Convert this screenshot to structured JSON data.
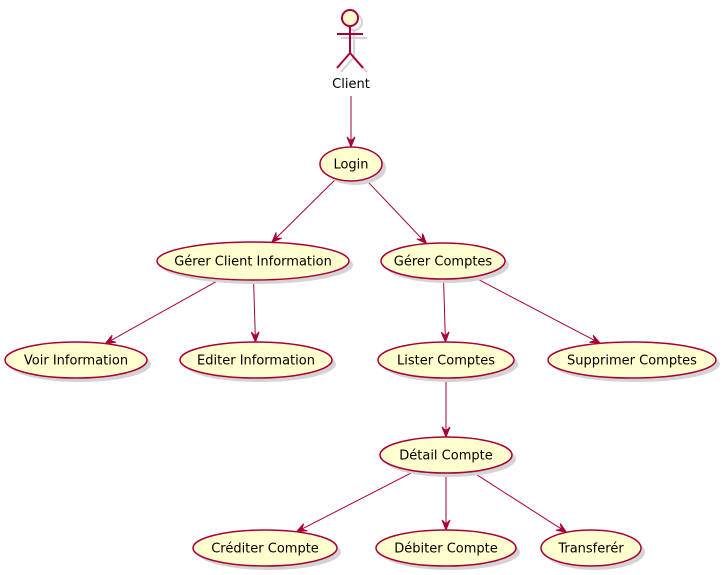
{
  "diagram": {
    "type": "use-case",
    "actor": {
      "id": "client",
      "label": "Client"
    },
    "use_cases": [
      {
        "id": "login",
        "label": "Login"
      },
      {
        "id": "gerer_client_info",
        "label": "Gérer Client Information"
      },
      {
        "id": "gerer_comptes",
        "label": "Gérer Comptes"
      },
      {
        "id": "voir_info",
        "label": "Voir Information"
      },
      {
        "id": "editer_info",
        "label": "Editer Information"
      },
      {
        "id": "lister_comptes",
        "label": "Lister Comptes"
      },
      {
        "id": "supprimer_comptes",
        "label": "Supprimer Comptes"
      },
      {
        "id": "detail_compte",
        "label": "Détail Compte"
      },
      {
        "id": "crediter_compte",
        "label": "Créditer Compte"
      },
      {
        "id": "debiter_compte",
        "label": "Débiter Compte"
      },
      {
        "id": "transferer",
        "label": "Transferér"
      }
    ],
    "edges": [
      {
        "from": "client",
        "to": "login"
      },
      {
        "from": "login",
        "to": "gerer_client_info"
      },
      {
        "from": "login",
        "to": "gerer_comptes"
      },
      {
        "from": "gerer_client_info",
        "to": "voir_info"
      },
      {
        "from": "gerer_client_info",
        "to": "editer_info"
      },
      {
        "from": "gerer_comptes",
        "to": "lister_comptes"
      },
      {
        "from": "gerer_comptes",
        "to": "supprimer_comptes"
      },
      {
        "from": "lister_comptes",
        "to": "detail_compte"
      },
      {
        "from": "detail_compte",
        "to": "crediter_compte"
      },
      {
        "from": "detail_compte",
        "to": "debiter_compte"
      },
      {
        "from": "detail_compte",
        "to": "transferer"
      }
    ],
    "colors": {
      "stroke": "#A80036",
      "fill": "#FEFECE",
      "text": "#000000",
      "background": "#FFFFFF"
    }
  }
}
